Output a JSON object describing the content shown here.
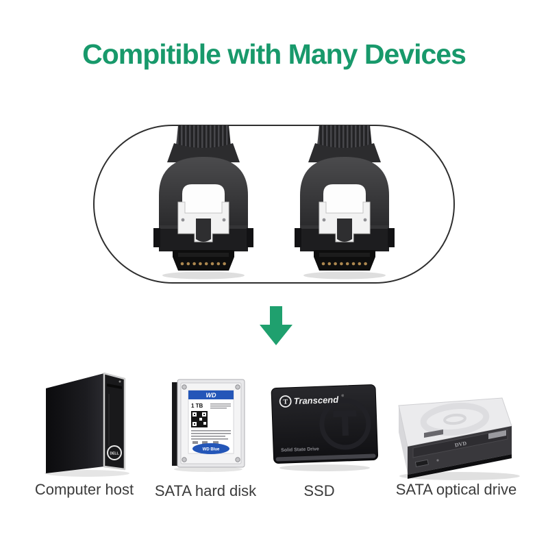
{
  "title": {
    "text": "Compitible with Many Devices",
    "color": "#18996B"
  },
  "arrow": {
    "color": "#1FA06E"
  },
  "colors": {
    "accent_green": "#18996B",
    "label_text": "#3B3B3B",
    "pill_border": "#2E2E2E",
    "background": "#FFFFFF"
  },
  "hero": {
    "connector_count": "2"
  },
  "devices": [
    {
      "label": "Computer host",
      "brand": "DELL"
    },
    {
      "label": "SATA hard disk",
      "brand": "WD",
      "capacity": "1 TB",
      "model": "WD Blue"
    },
    {
      "label": "SSD",
      "brand": "Transcend",
      "reg": "®",
      "logo_letter": "T",
      "tagline": "Solid State Drive"
    },
    {
      "label": "SATA optical drive",
      "logo": "DVD"
    }
  ]
}
